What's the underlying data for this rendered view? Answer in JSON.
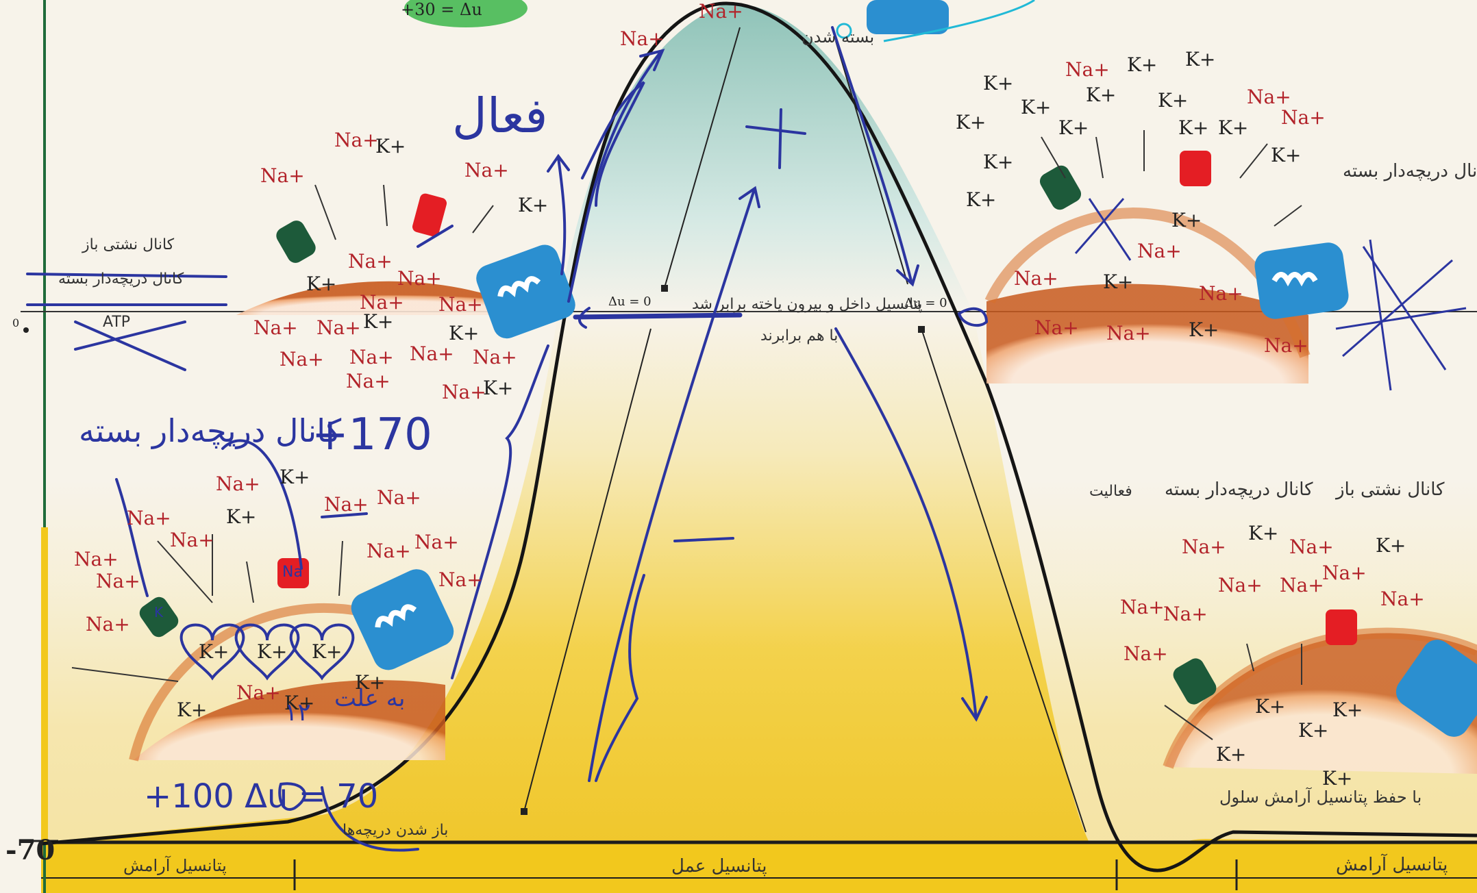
{
  "ions": {
    "na": "Na+",
    "k": "K+"
  },
  "axis": {
    "minus70": "-70",
    "zero": "0"
  },
  "deltas": {
    "du_zero_left": "Δu = 0",
    "du_zero_right": "Δu = 0",
    "du_top": "+30 = Δu",
    "du_bottom": "+100 Δu = 70"
  },
  "handwritten": {
    "active": "فعال",
    "plus170": "+170",
    "plus": "+",
    "minus": "−",
    "closed_gate_channel": "کانال دریچه‌دار بسته",
    "na_label": "Na",
    "k_label": "K",
    "twelve": "۱۲",
    "prevent": "به علت"
  },
  "captions": {
    "leak_open": "کانال نشتی باز",
    "gated_closed": "کانال دریچه‌دار بسته",
    "atp": "ATP",
    "rest_left": "پتانسیل آرامش",
    "action": "پتانسیل عمل",
    "rest_right": "پتانسیل آرامش",
    "gates_open_bottom": "باز شدن دریچه‌ها",
    "approach_text": "پتانسیل داخل و بیرون یاخته برابر شد",
    "equal": "با هم برابرند",
    "gated_closed_right": "کانال دریچه‌دار بسته",
    "leak_open_right": "کانال نشتی باز",
    "gated_closed_far_right": "کانال دریچه‌دار بسته",
    "activity": "فعالیت",
    "rest_restore": "با حفظ پتانسیل آرامش سلول",
    "closing": "بسته شدن"
  },
  "colors": {
    "green_band": "#b7d6cf",
    "yellow_band": "#f2c81d",
    "ink": "#2b35a0",
    "cyan_ink": "#21b9d6",
    "pump": "#2b8fd0",
    "na_channel": "#e41e24",
    "k_channel": "#1d5a3a",
    "membrane": "#d9702a",
    "ion_red": "#b2232a"
  }
}
